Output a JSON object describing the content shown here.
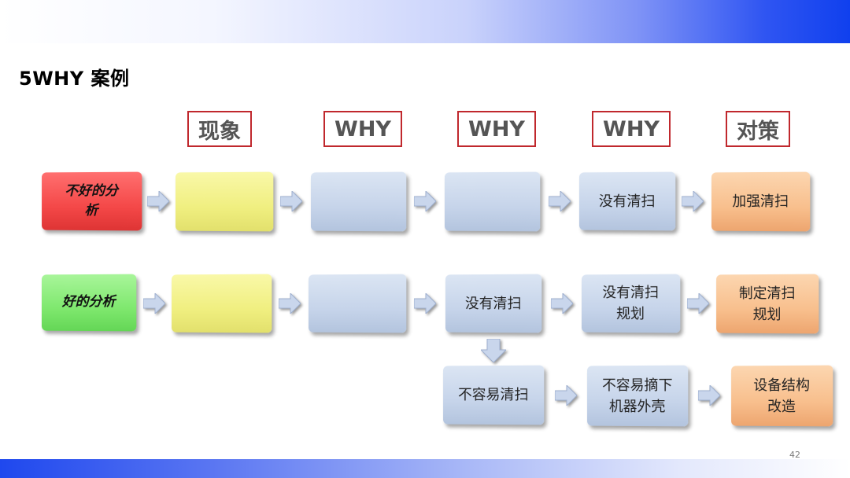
{
  "slide": {
    "title": "5WHY 案例",
    "page_number": "42"
  },
  "headers": [
    "现象",
    "WHY",
    "WHY",
    "WHY",
    "对策"
  ],
  "rows": {
    "bad": {
      "label": "不好的分\n析",
      "cells": [
        "",
        "",
        "",
        "没有清扫",
        "加强清扫"
      ]
    },
    "good": {
      "label": "好的分析",
      "cells": [
        "",
        "",
        "没有清扫",
        "没有清扫\n规划",
        "制定清扫\n规划"
      ]
    },
    "branch": {
      "cells": [
        "不容易清扫",
        "不容易摘下\n机器外壳",
        "设备结构\n改造"
      ]
    }
  },
  "colors": {
    "header_border": "#c0282d",
    "label_bad": "#f44848",
    "label_good": "#7fe86e",
    "phenomenon": "#f0ef80",
    "why": "#c6d4ea",
    "countermeasure": "#f8bf8d",
    "arrow": "#c9d6ec"
  }
}
